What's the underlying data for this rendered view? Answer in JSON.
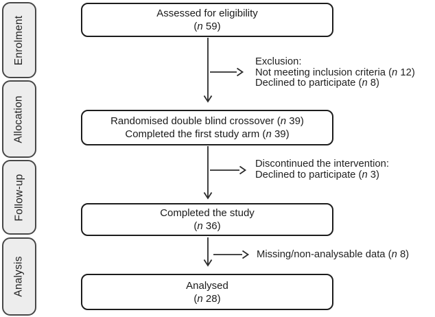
{
  "figure": {
    "kind": "consort-flow-diagram"
  },
  "palette": {
    "background": "#ffffff",
    "box_fill": "#ffffff",
    "box_border": "#1c1c1c",
    "stage_fill": "#ededed",
    "stage_border": "#474747",
    "arrow": "#2b2b2b",
    "text": "#1a1a1a"
  },
  "stages": [
    {
      "label": "Enrolment"
    },
    {
      "label": "Allocation"
    },
    {
      "label": "Follow-up"
    },
    {
      "label": "Analysis"
    }
  ],
  "flow": {
    "boxes": [
      {
        "id": "assessed",
        "lines": [
          {
            "pre": "Assessed for eligibility"
          },
          {
            "pre": "(",
            "n": "n",
            "rest": " 59)"
          }
        ]
      },
      {
        "id": "randomised",
        "lines": [
          {
            "pre": "Randomised double blind crossover (",
            "n": "n",
            "rest": " 39)"
          },
          {
            "pre": "Completed the first study arm (",
            "n": "n",
            "rest": " 39)"
          }
        ]
      },
      {
        "id": "completed",
        "lines": [
          {
            "pre": "Completed the study"
          },
          {
            "pre": "(",
            "n": "n",
            "rest": " 36)"
          }
        ]
      },
      {
        "id": "analysed",
        "lines": [
          {
            "pre": "Analysed"
          },
          {
            "pre": "(",
            "n": "n",
            "rest": " 28)"
          }
        ]
      }
    ],
    "notes": [
      {
        "id": "exclusion",
        "lines": [
          {
            "pre": "Exclusion:"
          },
          {
            "pre": "Not meeting inclusion criteria (",
            "n": "n",
            "rest": " 12)"
          },
          {
            "pre": "Declined to participate (",
            "n": "n",
            "rest": " 8)"
          }
        ]
      },
      {
        "id": "discontinued",
        "lines": [
          {
            "pre": "Discontinued the intervention:"
          },
          {
            "pre": "Declined to participate (",
            "n": "n",
            "rest": " 3)"
          }
        ]
      },
      {
        "id": "missing",
        "lines": [
          {
            "pre": "Missing/non-analysable data (",
            "n": "n",
            "rest": " 8)"
          }
        ]
      }
    ]
  }
}
